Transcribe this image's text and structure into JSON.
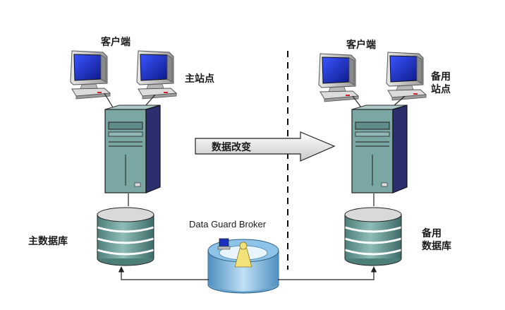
{
  "primary": {
    "clients_label": "客户端",
    "site_label": "主站点",
    "db_label": "主数据库"
  },
  "standby": {
    "clients_label": "客户端",
    "site_label_line1": "备用",
    "site_label_line2": "站点",
    "db_label_line1": "备用",
    "db_label_line2": "数据库"
  },
  "transfer": {
    "label": "数据改变"
  },
  "broker": {
    "label": "Data Guard Broker"
  },
  "icons": [
    "monitor-icon",
    "server-tower-icon",
    "database-cylinder-icon",
    "broker-icon"
  ],
  "colors": {
    "monitor_screen": "#1a2fbf",
    "server_front": "#7aa6a4",
    "server_side": "#2b2f6e",
    "db_body": "#6f9d99",
    "broker_ring": "#7fb6d8"
  }
}
